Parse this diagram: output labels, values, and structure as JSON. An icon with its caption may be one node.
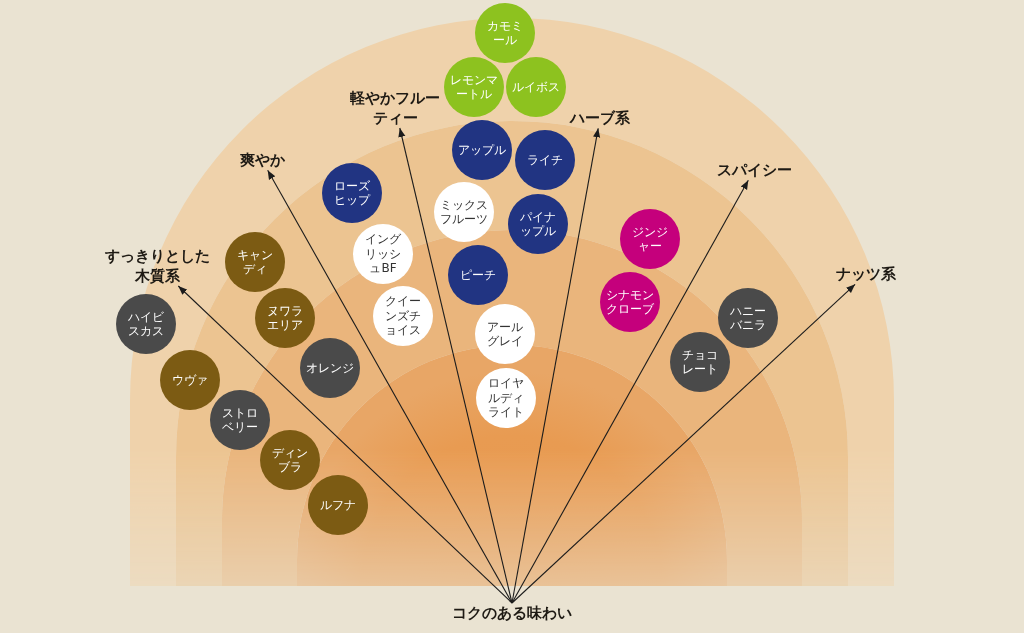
{
  "diagram": {
    "nodes": [
      {
        "text": [
          "すっきりとした木質系"
        ]
      },
      {
        "text": [
          "爽やか"
        ]
      },
      {
        "text": [
          "軽やかフルーティー"
        ]
      },
      {
        "text": [
          "ハーブ系"
        ]
      },
      {
        "text": [
          "スパイシー"
        ]
      },
      {
        "text": [
          "ナッツ系"
        ]
      },
      {
        "text": [
          "コクのある味わい"
        ]
      },
      {
        "text": [
          "カモミール"
        ]
      },
      {
        "text": [
          "レモンマートル"
        ]
      },
      {
        "text": [
          "ルイボス"
        ]
      },
      {
        "text": [
          "ローズヒップ"
        ]
      },
      {
        "text": [
          "アップル"
        ]
      },
      {
        "text": [
          "ミックスフルーツ"
        ]
      },
      {
        "text": [
          "ライチ"
        ]
      },
      {
        "text": [
          "キャンディ"
        ]
      },
      {
        "text": [
          "ヌワラエリア"
        ]
      },
      {
        "text": [
          "オレンジ"
        ]
      },
      {
        "text": [
          "イングリッシュBF"
        ]
      },
      {
        "text": [
          "パイナップル"
        ]
      },
      {
        "text": [
          "ピーチ"
        ]
      },
      {
        "text": [
          "クイーンズチョイス"
        ]
      },
      {
        "text": [
          "ロイヤルディライト"
        ]
      },
      {
        "text": [
          "ハイビスカス"
        ]
      },
      {
        "text": [
          "アールグレイ"
        ]
      },
      {
        "text": [
          "ウヴァ"
        ]
      },
      {
        "text": [
          "ディンブラ"
        ]
      },
      {
        "text": [
          "ルフナ"
        ]
      },
      {
        "text": [
          "ストロベリー"
        ]
      },
      {
        "text": [
          "ジンジャー"
        ]
      },
      {
        "text": [
          "シナモンクローブ"
        ]
      },
      {
        "text": [
          "チョコレート"
        ]
      },
      {
        "text": [
          "ハニーバニラ"
        ]
      }
    ],
    "edges": [
      {
        "from": 6,
        "to": 0,
        "arrow": "to"
      },
      {
        "from": 6,
        "to": 1,
        "arrow": "to"
      },
      {
        "from": 6,
        "to": 2,
        "arrow": "to"
      },
      {
        "from": 6,
        "to": 3,
        "arrow": "to"
      },
      {
        "from": 6,
        "to": 4,
        "arrow": "to"
      },
      {
        "from": 6,
        "to": 5,
        "arrow": "to"
      }
    ]
  }
}
